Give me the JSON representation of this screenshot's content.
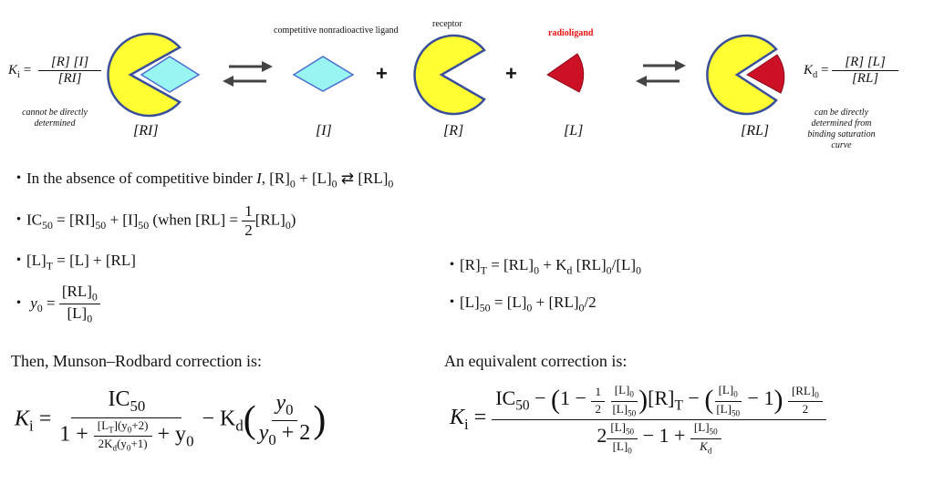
{
  "top": {
    "ki_lhs": "K",
    "ki_sub": "i",
    "eq": " = ",
    "ki_num": "[R] [I]",
    "ki_den": "[RI]",
    "ki_caption": "cannot be directly determined",
    "kd_lhs": "K",
    "kd_sub": "d",
    "kd_num": "[R] [L]",
    "kd_den": "[RL]",
    "kd_caption": "can be directly determined from binding saturation curve",
    "competitive_label": "competitive nonradioactive ligand",
    "receptor_label": "receptor",
    "radioligand_label": "radioligand",
    "plus": "+",
    "species": [
      "[RI]",
      "[I]",
      "[R]",
      "[L]",
      "[RL]"
    ],
    "colors": {
      "receptor": "#ffff33",
      "outline": "#3a4f9a",
      "ligand": "#99f5f2",
      "radioligand": "#cc1126",
      "label_red": "#ee1111"
    }
  },
  "bullets": {
    "dot": "・",
    "b1_text": "In the absence of competitive binder ",
    "b1_I": "I",
    "b1_eq": ",   [R]",
    "b1_a": " + [L]",
    "b1_b": " ⇄ [RL]",
    "zero": "0",
    "b2_ic": "IC",
    "fifty": "50",
    "b2_mid": " = [RI]",
    "b2_plus": " + [I]",
    "b2_when": "   (when  [RL] = ",
    "one": "1",
    "two": "2",
    "b2_end": "[RL]",
    "close": ")",
    "b3_a": "[L]",
    "T": "T",
    "b3_b": " = [L] + [RL]",
    "b4_y": "y",
    "eq": " = ",
    "rl0": "[RL]",
    "l0": "[L]",
    "r1_a": "[R]",
    "r1_b": " = [RL]",
    "r1_c": " + K",
    "d": "d",
    "r1_d": " [RL]",
    "r1_e": "/[L]",
    "r2_a": "[L]",
    "r2_b": " = [L]",
    "r2_c": " + [RL]",
    "r2_d": "/2"
  },
  "corrections": {
    "left_title": "Then, Munson–Rodbard correction is:",
    "right_title": "An equivalent correction is:"
  },
  "mr": {
    "K": "K",
    "i": "i",
    "eq": " = ",
    "IC": "IC",
    "fifty": "50",
    "den_1": "1 + ",
    "lt_num": "[L",
    "T": "T",
    "lt_num2": "](y",
    "zero": "0",
    "lt_num3": "+2)",
    "lt_den": "2K",
    "d": "d",
    "lt_den2": "(y",
    "lt_den3": "+1)",
    "den_plus_y": " + y",
    "minus_kd": " − K",
    "y": "y",
    "plus2": " + 2"
  },
  "eqv": {
    "num_a": " − ",
    "one": "1",
    "minus": " − ",
    "half_1": "1",
    "half_2": "2",
    "l0": "[L]",
    "l50": "[L]",
    "rt": "[R]",
    "T": "T",
    "minus2": " − ",
    "minus1": " − 1",
    "rl0": "[RL]",
    "two": "2",
    "den_2": "2",
    "den_minus": " − 1 + ",
    "kd": "K",
    "d": "d"
  }
}
